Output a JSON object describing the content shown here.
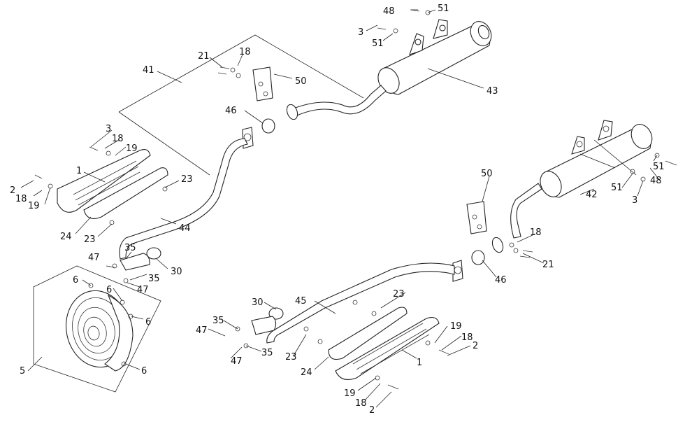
{
  "diagram": {
    "labels": [
      {
        "id": "l48a",
        "text": "48"
      },
      {
        "id": "l51a",
        "text": "51"
      },
      {
        "id": "l3a",
        "text": "3"
      },
      {
        "id": "l51b",
        "text": "51"
      },
      {
        "id": "l21a",
        "text": "21"
      },
      {
        "id": "l18a",
        "text": "18"
      },
      {
        "id": "l41",
        "text": "41"
      },
      {
        "id": "l50a",
        "text": "50"
      },
      {
        "id": "l43",
        "text": "43"
      },
      {
        "id": "l46a",
        "text": "46"
      },
      {
        "id": "l3b",
        "text": "3"
      },
      {
        "id": "l18b",
        "text": "18"
      },
      {
        "id": "l19a",
        "text": "19"
      },
      {
        "id": "l1a",
        "text": "1"
      },
      {
        "id": "l23a",
        "text": "23"
      },
      {
        "id": "l2a",
        "text": "2"
      },
      {
        "id": "l18c",
        "text": "18"
      },
      {
        "id": "l19b",
        "text": "19"
      },
      {
        "id": "l44",
        "text": "44"
      },
      {
        "id": "l24a",
        "text": "24"
      },
      {
        "id": "l23b",
        "text": "23"
      },
      {
        "id": "l35a",
        "text": "35"
      },
      {
        "id": "l47a",
        "text": "47"
      },
      {
        "id": "l30a",
        "text": "30"
      },
      {
        "id": "l35b",
        "text": "35"
      },
      {
        "id": "l47b",
        "text": "47"
      },
      {
        "id": "l6a",
        "text": "6"
      },
      {
        "id": "l6b",
        "text": "6"
      },
      {
        "id": "l6c",
        "text": "6"
      },
      {
        "id": "l5",
        "text": "5"
      },
      {
        "id": "l6d",
        "text": "6"
      },
      {
        "id": "l51c",
        "text": "51"
      },
      {
        "id": "l48b",
        "text": "48"
      },
      {
        "id": "l42",
        "text": "42"
      },
      {
        "id": "l51d",
        "text": "51"
      },
      {
        "id": "l3c",
        "text": "3"
      },
      {
        "id": "l50b",
        "text": "50"
      },
      {
        "id": "l18d",
        "text": "18"
      },
      {
        "id": "l21b",
        "text": "21"
      },
      {
        "id": "l46b",
        "text": "46"
      },
      {
        "id": "l23c",
        "text": "23"
      },
      {
        "id": "l45",
        "text": "45"
      },
      {
        "id": "l30b",
        "text": "30"
      },
      {
        "id": "l35c",
        "text": "35"
      },
      {
        "id": "l47c",
        "text": "47"
      },
      {
        "id": "l35d",
        "text": "35"
      },
      {
        "id": "l47d",
        "text": "47"
      },
      {
        "id": "l23d",
        "text": "23"
      },
      {
        "id": "l19c",
        "text": "19"
      },
      {
        "id": "l18e",
        "text": "18"
      },
      {
        "id": "l2b",
        "text": "2"
      },
      {
        "id": "l24b",
        "text": "24"
      },
      {
        "id": "l1b",
        "text": "1"
      },
      {
        "id": "l19d",
        "text": "19"
      },
      {
        "id": "l18f",
        "text": "18"
      },
      {
        "id": "l2c",
        "text": "2"
      }
    ]
  }
}
